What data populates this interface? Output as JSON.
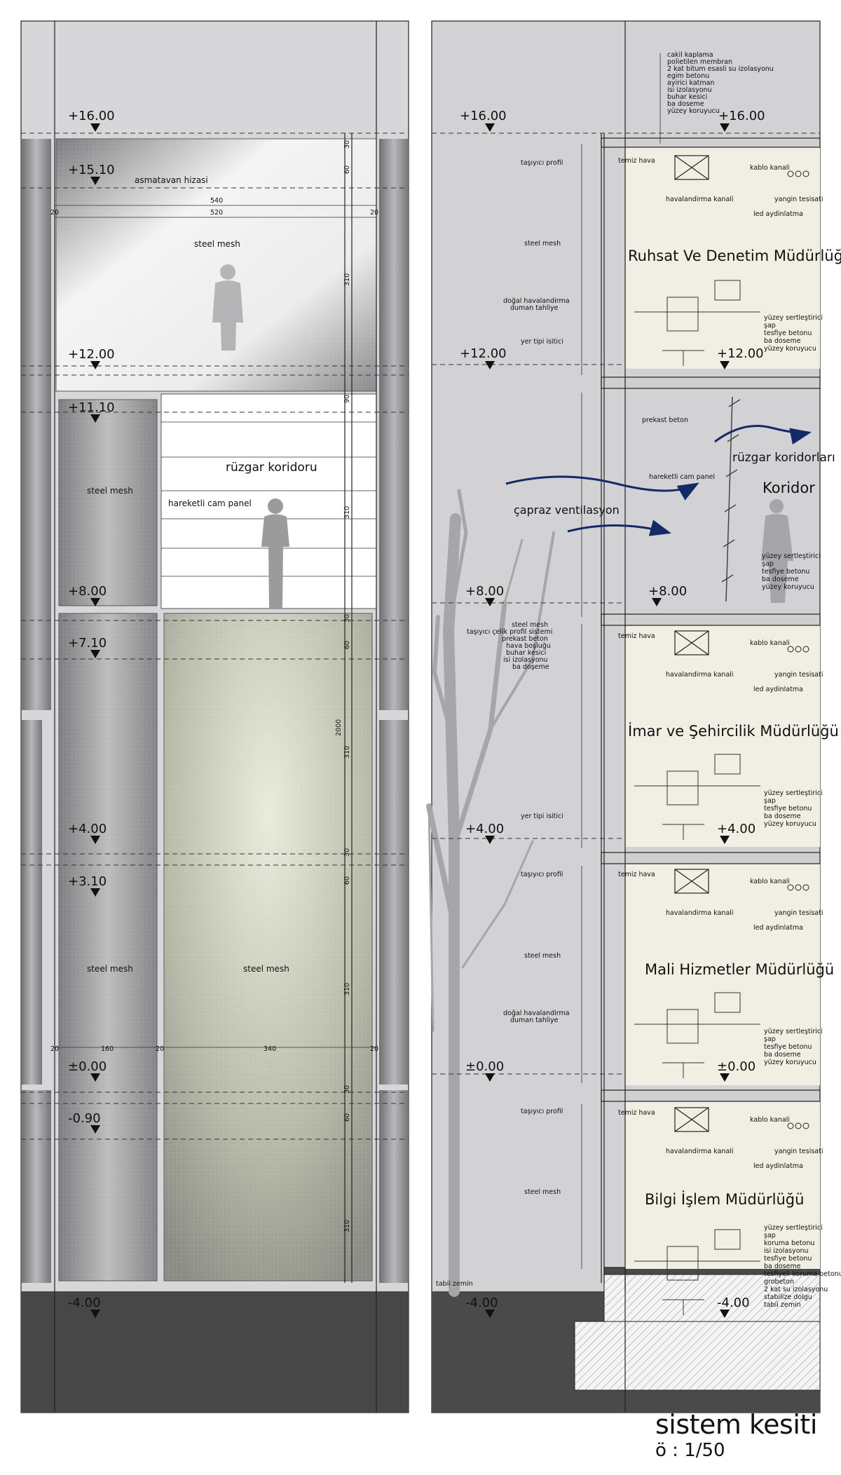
{
  "title": "sistem kesiti",
  "scale": "ö : 1/50",
  "elevation": {
    "levels": [
      "+16.00",
      "+15.10",
      "+12.00",
      "+11.10",
      "+8.00",
      "+7.10",
      "+4.00",
      "+3.10",
      "±0.00",
      "-0.90",
      "-4.00"
    ],
    "labels": {
      "asmatavan": "asmatavan hizasi",
      "steel_mesh": "steel mesh",
      "ruzgar_koridoru": "rüzgar koridoru",
      "hareketli_cam": "hareketli cam panel"
    },
    "dims": {
      "d540": "540",
      "d520": "520",
      "d20": "20",
      "d160": "160",
      "d340": "340",
      "d2000": "2000",
      "d30": "30",
      "d60": "60",
      "d310": "310",
      "d90": "90"
    }
  },
  "section": {
    "levels": [
      "+16.00",
      "+12.00",
      "+8.00",
      "+4.00",
      "±0.00",
      "-4.00"
    ],
    "rooms": [
      "Ruhsat Ve Denetim Müdürlüğü",
      "İmar ve Şehircilik Müdürlüğü",
      "Mali Hizmetler Müdürlüğü",
      "Bilgi İşlem Müdürlüğü"
    ],
    "roof_layers": [
      "cakil kaplama",
      "polietilen membran",
      "2 kat bitum esasli su izolasyonu",
      "egim betonu",
      "ayirici katman",
      "isi izolasyonu",
      "buhar kesici",
      "ba doseme",
      "yüzey koruyucu"
    ],
    "floor_layers": [
      "yüzey sertleştirici",
      "şap",
      "tesfiye betonu",
      "ba doseme",
      "yüzey koruyucu"
    ],
    "ground_layers": [
      "yüzey sertleştirici",
      "şap",
      "koruma betonu",
      "isi izolasyonu",
      "tesfiye betonu",
      "ba doseme",
      "tesfiyeli koruma betonu",
      "grobeton",
      "2 kat su izolasyonu",
      "stabilize dolgu",
      "tabii zemin"
    ],
    "facade_layers": [
      "steel mesh",
      "taşıyıcı çelik profil sistemi",
      "prekast beton",
      "hava boşluğu",
      "buhar kesici",
      "isi izolasyonu",
      "ba doşeme"
    ],
    "ceiling": {
      "temiz_hava": "temiz hava",
      "havalandirma": "havalandirma kanali",
      "kablo": "kablo kanali",
      "yangin": "yangin tesisati",
      "led": "led aydinlatma"
    },
    "facade": {
      "tasiyici": "taşıyıcı profil",
      "steel_mesh": "steel mesh",
      "dogal": "doğal havalandirma",
      "duman": "duman tahliye",
      "yer_tipi": "yer tipi isitici"
    },
    "corridor": {
      "prekast": "prekast beton",
      "ruzgar": "rüzgar koridorları",
      "koridor": "Koridor",
      "hareketli": "hareketli cam panel",
      "capraz": "çapraz ventilasyon"
    },
    "tabii_zemin": "tabii zemin"
  },
  "colors": {
    "background": "#ffffff",
    "sky": "#d2d2d4",
    "interior": "#f1eee3",
    "ground": "#4a4a4a",
    "panel_dark": "#8c8c8c",
    "panel_light": "#e2e2e2",
    "arrow": "#142a66",
    "tree": "#a6a6a8",
    "slab": "#cfcfcf"
  }
}
